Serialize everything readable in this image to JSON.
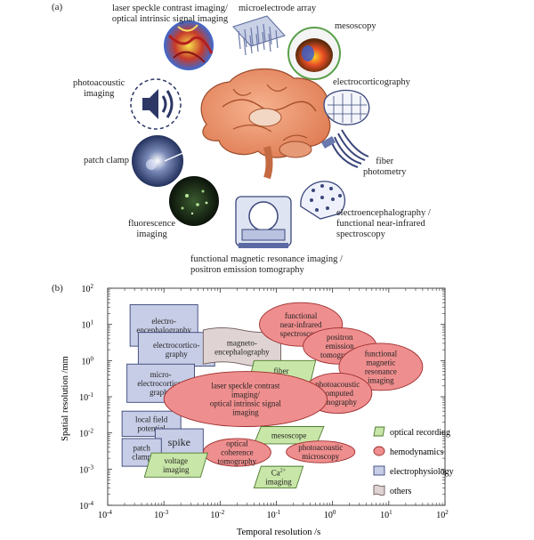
{
  "panel_a": {
    "letter": "(a)",
    "labels": {
      "laser_speckle": [
        "laser speckle contrast imaging/",
        "optical intrinsic signal imaging"
      ],
      "microelectrode": [
        "microelectrode array"
      ],
      "mesoscopy": [
        "mesoscopy"
      ],
      "photoacoustic": [
        "photoacoustic",
        "imaging"
      ],
      "ecog": [
        "electrocorticography"
      ],
      "patch_clamp": [
        "patch clamp"
      ],
      "fiber": [
        "fiber",
        "photometry"
      ],
      "fluorescence": [
        "fluorescence",
        "imaging"
      ],
      "eeg": [
        "electroencephalography /",
        "functional near-infrared",
        "spectroscopy"
      ],
      "fmri": [
        "functional magnetic resonance imaging /",
        "positron emission tomography"
      ]
    }
  },
  "panel_b": {
    "letter": "(b)",
    "chart_data": {
      "type": "scatter",
      "xlabel": "Temporal resolution /s",
      "ylabel": "Spatial resolution /mm",
      "x_scale": "log",
      "y_scale": "log",
      "xlim": [
        0.0001,
        100
      ],
      "ylim": [
        0.0001,
        100
      ],
      "x_ticks": [
        {
          "base": "10",
          "exp": "-4"
        },
        {
          "base": "10",
          "exp": "-3"
        },
        {
          "base": "10",
          "exp": "-2"
        },
        {
          "base": "10",
          "exp": "-1"
        },
        {
          "base": "10",
          "exp": "0"
        },
        {
          "base": "10",
          "exp": "1"
        },
        {
          "base": "10",
          "exp": "2"
        }
      ],
      "y_ticks": [
        {
          "base": "10",
          "exp": "2"
        },
        {
          "base": "10",
          "exp": "1"
        },
        {
          "base": "10",
          "exp": "0"
        },
        {
          "base": "10",
          "exp": "-1"
        },
        {
          "base": "10",
          "exp": "-2"
        },
        {
          "base": "10",
          "exp": "-3"
        },
        {
          "base": "10",
          "exp": "-4"
        }
      ],
      "regions": [
        {
          "name": "electro-encephalography",
          "lines": [
            "electro-",
            "encephalography"
          ],
          "category": "electrophysiology",
          "x_range": [
            0.00025,
            0.004
          ],
          "y_range": [
            2.5,
            35
          ]
        },
        {
          "name": "electrocorticography",
          "lines": [
            "electrocortico-",
            "graphy"
          ],
          "category": "electrophysiology",
          "x_range": [
            0.00035,
            0.008
          ],
          "y_range": [
            0.7,
            6
          ]
        },
        {
          "name": "micro-electrocorticography",
          "lines": [
            "micro-",
            "electrocortico-",
            "graphy"
          ],
          "category": "electrophysiology",
          "x_range": [
            0.00022,
            0.0035
          ],
          "y_range": [
            0.07,
            0.8
          ]
        },
        {
          "name": "local field potential",
          "lines": [
            "local field",
            "potential"
          ],
          "category": "electrophysiology",
          "x_range": [
            0.00018,
            0.002
          ],
          "y_range": [
            0.008,
            0.04
          ]
        },
        {
          "name": "spike",
          "lines": [
            "spike"
          ],
          "category": "electrophysiology",
          "x_range": [
            0.0007,
            0.005
          ],
          "y_range": [
            0.0025,
            0.013
          ]
        },
        {
          "name": "patch clamp",
          "lines": [
            "patch",
            "clamp"
          ],
          "category": "electrophysiology",
          "x_range": [
            0.00018,
            0.0009
          ],
          "y_range": [
            0.0012,
            0.007
          ]
        },
        {
          "name": "magneto-encephalography",
          "lines": [
            "magneto-",
            "encephalography"
          ],
          "category": "others",
          "x_range": [
            0.005,
            0.12
          ],
          "y_range": [
            0.8,
            7
          ]
        },
        {
          "name": "functional near-infrared spectroscopy",
          "lines": [
            "functional",
            "near-infrared",
            "spectroscopy"
          ],
          "category": "hemodynamics",
          "x_range": [
            0.05,
            1.5
          ],
          "y_range": [
            2.5,
            40
          ]
        },
        {
          "name": "positron emission tomography",
          "lines": [
            "positron",
            "emission",
            "tomography"
          ],
          "category": "hemodynamics",
          "x_range": [
            0.3,
            6
          ],
          "y_range": [
            0.8,
            8
          ]
        },
        {
          "name": "functional magnetic resonance imaging",
          "lines": [
            "functional",
            "magnetic",
            "resonance",
            "imaging"
          ],
          "category": "hemodynamics",
          "x_range": [
            1.3,
            40
          ],
          "y_range": [
            0.15,
            3
          ]
        },
        {
          "name": "fiber photometry",
          "lines": [
            "fiber",
            "photometry"
          ],
          "category": "optical recording",
          "x_range": [
            0.03,
            0.5
          ],
          "y_range": [
            0.15,
            1
          ]
        },
        {
          "name": "photoacoustic computed tomography",
          "lines": [
            "photoacoustic",
            "computed",
            "tomography"
          ],
          "category": "hemodynamics",
          "x_range": [
            0.3,
            5
          ],
          "y_range": [
            0.035,
            0.45
          ]
        },
        {
          "name": "laser speckle contrast imaging / optical intrinsic signal imaging",
          "lines": [
            "laser speckle contrast",
            "imaging/",
            "optical intrinsic signal",
            "imaging"
          ],
          "category": "hemodynamics",
          "x_range": [
            0.001,
            0.8
          ],
          "y_range": [
            0.015,
            0.5
          ]
        },
        {
          "name": "mesoscope",
          "lines": [
            "mesoscope"
          ],
          "category": "optical recording",
          "x_range": [
            0.04,
            0.7
          ],
          "y_range": [
            0.005,
            0.015
          ]
        },
        {
          "name": "optical coherence tomography",
          "lines": [
            "optical",
            "coherence",
            "tomography"
          ],
          "category": "hemodynamics",
          "x_range": [
            0.005,
            0.08
          ],
          "y_range": [
            0.0012,
            0.007
          ]
        },
        {
          "name": "photoacoustic microscopy",
          "lines": [
            "photoacoustic",
            "microscopy"
          ],
          "category": "hemodynamics",
          "x_range": [
            0.15,
            2.5
          ],
          "y_range": [
            0.0015,
            0.006
          ]
        },
        {
          "name": "voltage imaging",
          "lines": [
            "voltage",
            "imaging"
          ],
          "category": "optical recording",
          "x_range": [
            0.00045,
            0.006
          ],
          "y_range": [
            0.0006,
            0.0028
          ]
        },
        {
          "name": "Ca2+ imaging",
          "lines": [
            "Ca",
            "imaging"
          ],
          "superscript": "2+",
          "category": "optical recording",
          "x_range": [
            0.04,
            0.3
          ],
          "y_range": [
            0.0003,
            0.0012
          ]
        }
      ],
      "legend": [
        {
          "label": "optical recording",
          "shape": "parallelogram",
          "color": "#c8e6a8"
        },
        {
          "label": "hemodynamics",
          "shape": "ellipse",
          "color": "#ef8e8e"
        },
        {
          "label": "electrophysiology",
          "shape": "rect",
          "color": "#c7cde6"
        },
        {
          "label": "others",
          "shape": "wave",
          "color": "#e0d3d3"
        }
      ],
      "legend_position": "bottom-right",
      "colors": {
        "optical_recording": "#c8e6a8",
        "hemodynamics": "#ef8e8e",
        "electrophysiology": "#c7cde6",
        "others": "#e0d3d3"
      }
    }
  }
}
